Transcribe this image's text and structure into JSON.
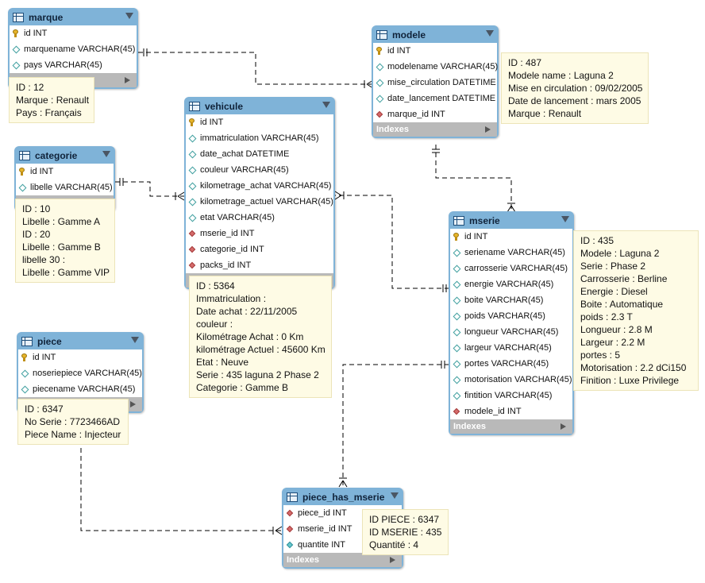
{
  "tables": {
    "marque": {
      "name": "marque",
      "columns": [
        {
          "icon": "key",
          "text": "id INT"
        },
        {
          "icon": "col",
          "text": "marquename VARCHAR(45)"
        },
        {
          "icon": "col",
          "text": "pays VARCHAR(45)"
        }
      ],
      "footer": ""
    },
    "modele": {
      "name": "modele",
      "columns": [
        {
          "icon": "key",
          "text": "id INT"
        },
        {
          "icon": "col",
          "text": "modelename VARCHAR(45)"
        },
        {
          "icon": "col",
          "text": "mise_circulation DATETIME"
        },
        {
          "icon": "col",
          "text": "date_lancement DATETIME"
        },
        {
          "icon": "fk",
          "text": "marque_id INT"
        }
      ],
      "footer": "Indexes"
    },
    "vehicule": {
      "name": "vehicule",
      "columns": [
        {
          "icon": "key",
          "text": "id INT"
        },
        {
          "icon": "col",
          "text": "immatriculation VARCHAR(45)"
        },
        {
          "icon": "col",
          "text": "date_achat DATETIME"
        },
        {
          "icon": "col",
          "text": "couleur VARCHAR(45)"
        },
        {
          "icon": "col",
          "text": "kilometrage_achat VARCHAR(45)"
        },
        {
          "icon": "col",
          "text": "kilometrage_actuel VARCHAR(45)"
        },
        {
          "icon": "col",
          "text": "etat VARCHAR(45)"
        },
        {
          "icon": "fk",
          "text": "mserie_id INT"
        },
        {
          "icon": "fk",
          "text": "categorie_id INT"
        },
        {
          "icon": "fk",
          "text": "packs_id INT"
        }
      ],
      "footer": ""
    },
    "categorie": {
      "name": "categorie",
      "columns": [
        {
          "icon": "key",
          "text": "id INT"
        },
        {
          "icon": "col",
          "text": "libelle VARCHAR(45)"
        }
      ],
      "footer": ""
    },
    "mserie": {
      "name": "mserie",
      "columns": [
        {
          "icon": "key",
          "text": "id INT"
        },
        {
          "icon": "col",
          "text": "seriename VARCHAR(45)"
        },
        {
          "icon": "col",
          "text": "carrosserie VARCHAR(45)"
        },
        {
          "icon": "col",
          "text": "energie VARCHAR(45)"
        },
        {
          "icon": "col",
          "text": "boite VARCHAR(45)"
        },
        {
          "icon": "col",
          "text": "poids VARCHAR(45)"
        },
        {
          "icon": "col",
          "text": "longueur VARCHAR(45)"
        },
        {
          "icon": "col",
          "text": "largeur VARCHAR(45)"
        },
        {
          "icon": "col",
          "text": "portes VARCHAR(45)"
        },
        {
          "icon": "col",
          "text": "motorisation VARCHAR(45)"
        },
        {
          "icon": "col",
          "text": "fintition VARCHAR(45)"
        },
        {
          "icon": "fk",
          "text": "modele_id INT"
        }
      ],
      "footer": "Indexes"
    },
    "piece": {
      "name": "piece",
      "columns": [
        {
          "icon": "key",
          "text": "id INT"
        },
        {
          "icon": "col",
          "text": "noseriepiece VARCHAR(45)"
        },
        {
          "icon": "col",
          "text": "piecename VARCHAR(45)"
        }
      ],
      "footer": ""
    },
    "piece_has_mserie": {
      "name": "piece_has_mserie",
      "columns": [
        {
          "icon": "fk",
          "text": "piece_id INT"
        },
        {
          "icon": "fk",
          "text": "mserie_id INT"
        },
        {
          "icon": "nn",
          "text": "quantite INT"
        }
      ],
      "footer": "Indexes"
    }
  },
  "notes": {
    "marque": [
      "ID : 12",
      "Marque : Renault",
      "Pays : Français"
    ],
    "modele": [
      "ID : 487",
      "Modele name : Laguna 2",
      "Mise en circulation : 09/02/2005",
      "Date de lancement : mars 2005",
      "Marque : Renault"
    ],
    "categorie": [
      "ID : 10",
      "Libelle : Gamme A",
      "ID : 20",
      "Libelle : Gamme B",
      "libelle 30 :",
      "Libelle : Gamme VIP"
    ],
    "vehicule": [
      "ID : 5364",
      "Immatriculation :",
      "Date achat : 22/11/2005",
      "couleur :",
      "Kilométrage Achat : 0 Km",
      "kilométrage Actuel : 45600 Km",
      "Etat : Neuve",
      "Serie : 435 laguna 2 Phase 2",
      "Categorie : Gamme B"
    ],
    "mserie": [
      "ID : 435",
      "Modele : Laguna 2",
      "Serie : Phase 2",
      "Carrosserie : Berline",
      "Energie : Diesel",
      "Boite : Automatique",
      "poids : 2.3 T",
      "Longueur : 2.8 M",
      "Largeur : 2.2 M",
      "portes : 5",
      "Motorisation : 2.2 dCi150",
      "Finition : Luxe Privilege"
    ],
    "piece": [
      "ID : 6347",
      "No Serie : 7723466AD",
      "Piece Name : Injecteur"
    ],
    "piece_has_mserie": [
      "ID PIECE : 6347",
      "ID MSERIE : 435",
      "Quantité : 4"
    ]
  },
  "relationships": [
    {
      "from": "marque",
      "to": "modele"
    },
    {
      "from": "modele",
      "to": "mserie"
    },
    {
      "from": "categorie",
      "to": "vehicule"
    },
    {
      "from": "mserie",
      "to": "vehicule"
    },
    {
      "from": "mserie",
      "to": "piece_has_mserie"
    },
    {
      "from": "piece",
      "to": "piece_has_mserie"
    }
  ],
  "colors": {
    "table_header": "#7fb3d8",
    "note_bg": "#fefbe5",
    "line": "#000000",
    "footer": "#b9b9b9"
  }
}
